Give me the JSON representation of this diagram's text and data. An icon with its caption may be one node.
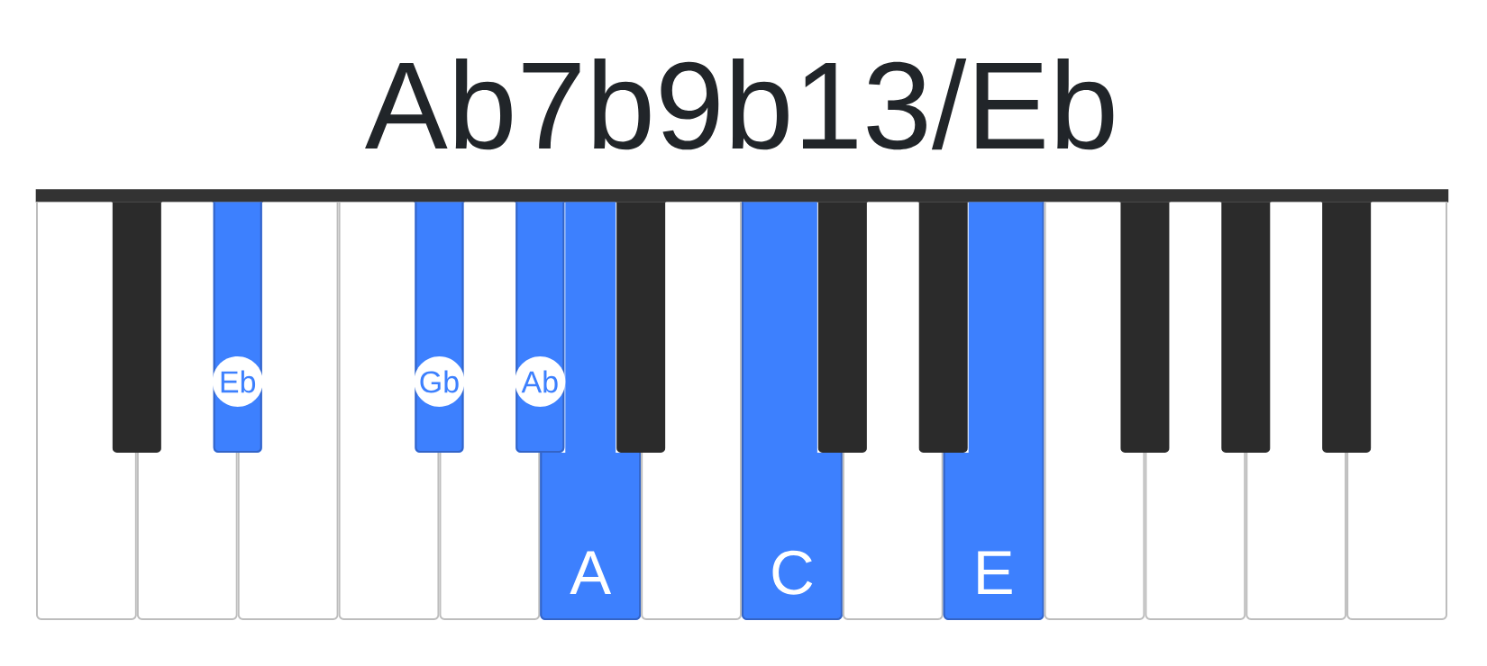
{
  "diagram": {
    "title": "Ab7b9b13/Eb",
    "nodes": [
      {
        "text": [],
        "shape": "bar"
      },
      {
        "text": [],
        "shape": "box"
      },
      {
        "text": [],
        "shape": "box"
      },
      {
        "text": [],
        "shape": "box"
      },
      {
        "text": [
          "Eb"
        ]
      },
      {
        "text": [],
        "shape": "box"
      },
      {
        "text": [],
        "shape": "box"
      },
      {
        "text": [
          "Gb"
        ]
      },
      {
        "text": [],
        "shape": "box"
      },
      {
        "text": [
          "Ab"
        ]
      },
      {
        "text": [
          "A"
        ]
      },
      {
        "text": [],
        "shape": "box"
      },
      {
        "text": [],
        "shape": "box"
      },
      {
        "text": [
          "C"
        ]
      },
      {
        "text": [],
        "shape": "box"
      },
      {
        "text": [],
        "shape": "box"
      },
      {
        "text": [],
        "shape": "box"
      },
      {
        "text": [
          "E"
        ]
      },
      {
        "text": [],
        "shape": "box"
      },
      {
        "text": [],
        "shape": "box"
      },
      {
        "text": [],
        "shape": "box"
      },
      {
        "text": [],
        "shape": "box"
      },
      {
        "text": [],
        "shape": "box"
      },
      {
        "text": [],
        "shape": "box"
      },
      {
        "text": [],
        "shape": "box"
      }
    ]
  }
}
